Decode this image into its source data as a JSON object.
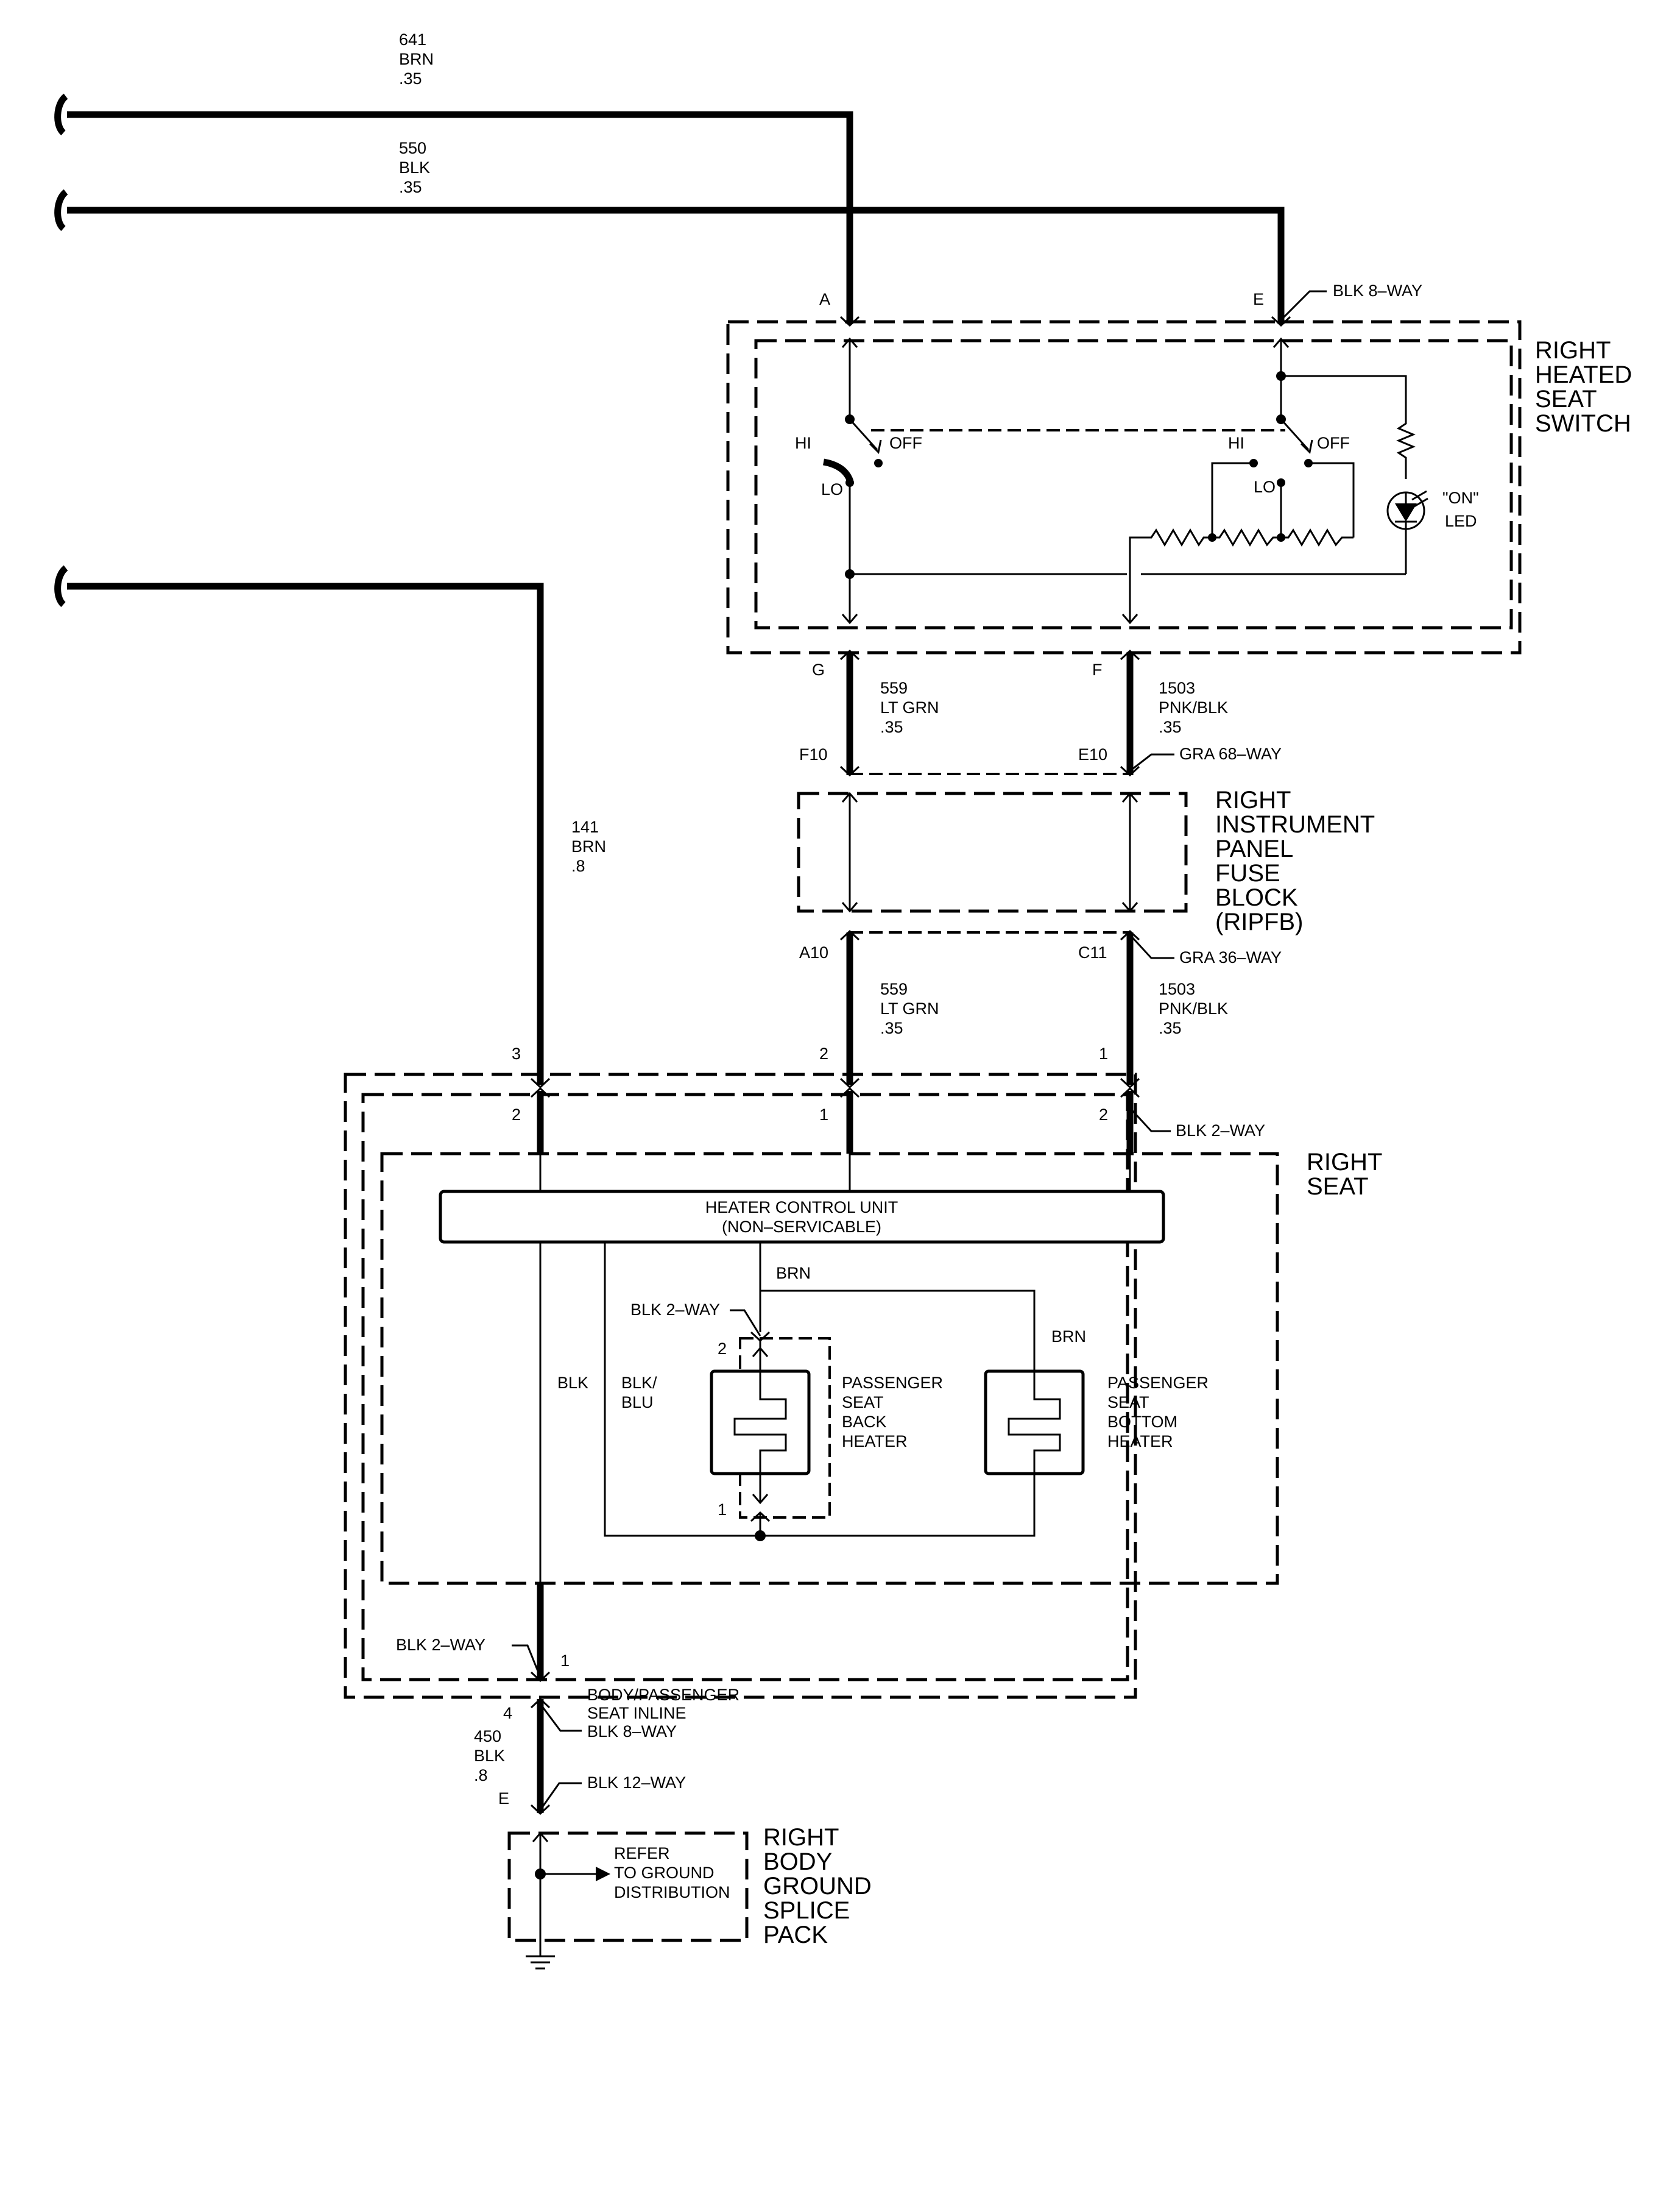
{
  "wires": {
    "w641": {
      "circuit": "641",
      "color": "BRN",
      "size": ".35"
    },
    "w550": {
      "circuit": "550",
      "color": "BLK",
      "size": ".35"
    },
    "w141": {
      "circuit": "141",
      "color": "BRN",
      "size": ".8"
    },
    "w559_upper": {
      "circuit": "559",
      "color": "LT GRN",
      "size": ".35"
    },
    "w1503_upper": {
      "circuit": "1503",
      "color": "PNK/BLK",
      "size": ".35"
    },
    "w559_lower": {
      "circuit": "559",
      "color": "LT GRN",
      "size": ".35"
    },
    "w1503_lower": {
      "circuit": "1503",
      "color": "PNK/BLK",
      "size": ".35"
    },
    "w450": {
      "circuit": "450",
      "color": "BLK",
      "size": ".8"
    },
    "blk_internal": "BLK",
    "blk_blu_line1": "BLK/",
    "blk_blu_line2": "BLU",
    "brn_back": "BRN",
    "brn_bottom": "BRN"
  },
  "connectors": {
    "blk_8way_top": "BLK 8–WAY",
    "gra_68way": "GRA 68–WAY",
    "gra_36way": "GRA 36–WAY",
    "blk_2way_seat": "BLK 2–WAY",
    "blk_2way_back": "BLK 2–WAY",
    "blk_2way_ground": "BLK 2–WAY",
    "inline_line1": "BODY/PASSENGER",
    "inline_line2": "SEAT INLINE",
    "inline_line3": "BLK 8–WAY",
    "blk_12way": "BLK 12–WAY"
  },
  "pins": {
    "A": "A",
    "E_top": "E",
    "G": "G",
    "F": "F",
    "F10": "F10",
    "E10": "E10",
    "A10": "A10",
    "C11": "C11",
    "p3": "3",
    "p2_mid": "2",
    "p1_mid": "1",
    "p2_left": "2",
    "p1_center": "1",
    "p2_right": "2",
    "back_2": "2",
    "back_1": "1",
    "ground_1": "1",
    "ground_4": "4",
    "ground_E": "E"
  },
  "switch": {
    "title": [
      "RIGHT",
      "HEATED",
      "SEAT",
      "SWITCH"
    ],
    "left_hi": "HI",
    "left_off": "OFF",
    "left_lo": "LO",
    "right_hi": "HI",
    "right_off": "OFF",
    "right_lo": "LO",
    "led_line1": "\"ON\"",
    "led_line2": "LED"
  },
  "fuse_block": {
    "title": [
      "RIGHT",
      "INSTRUMENT",
      "PANEL",
      "FUSE",
      "BLOCK",
      "(RIPFB)"
    ]
  },
  "seat": {
    "title": [
      "RIGHT",
      "SEAT"
    ],
    "hcu_line1": "HEATER CONTROL UNIT",
    "hcu_line2": "(NON–SERVICABLE)",
    "back_heater": [
      "PASSENGER",
      "SEAT",
      "BACK",
      "HEATER"
    ],
    "bottom_heater": [
      "PASSENGER",
      "SEAT",
      "BOTTOM",
      "HEATER"
    ]
  },
  "ground": {
    "title": [
      "RIGHT",
      "BODY",
      "GROUND",
      "SPLICE",
      "PACK"
    ],
    "refer": [
      "REFER",
      "TO GROUND",
      "DISTRIBUTION"
    ]
  }
}
